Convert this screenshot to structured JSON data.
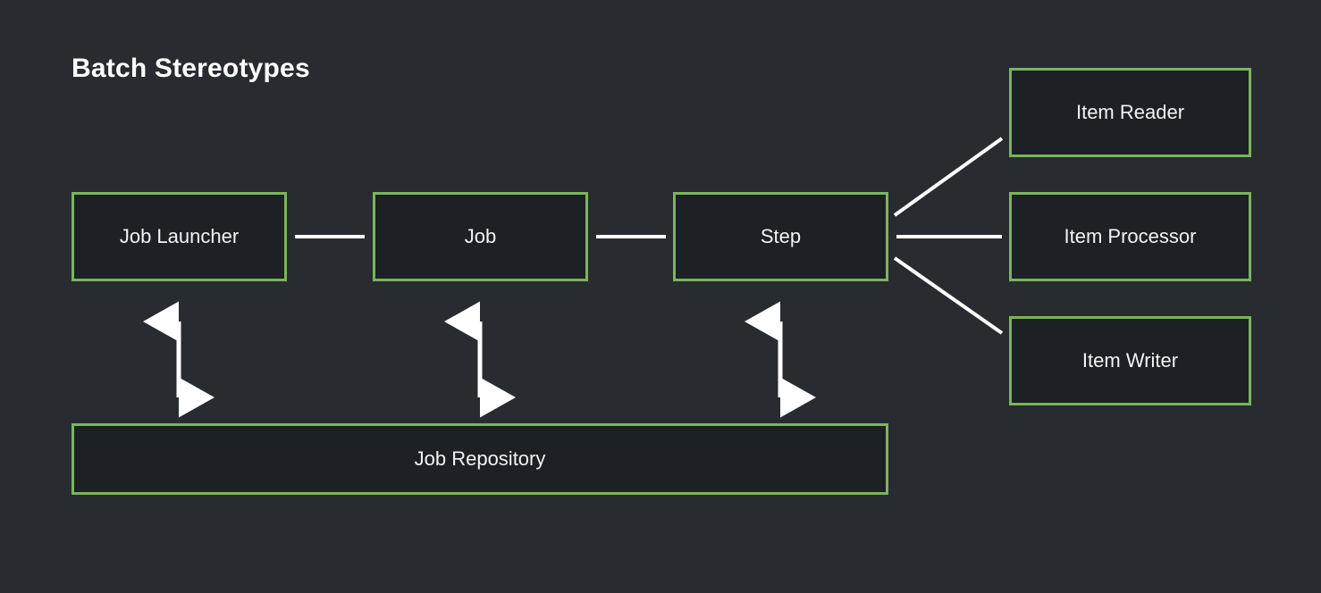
{
  "diagram": {
    "title": "Batch Stereotypes",
    "background_color": "#282c30",
    "node_fill_color": "#1d2025",
    "node_border_color": "#7ab55c",
    "text_color": "#f2f3f4",
    "edge_color": "#ffffff",
    "nodes": [
      {
        "id": "job-launcher",
        "label": "Job Launcher"
      },
      {
        "id": "job",
        "label": "Job"
      },
      {
        "id": "step",
        "label": "Step"
      },
      {
        "id": "item-reader",
        "label": "Item Reader"
      },
      {
        "id": "item-processor",
        "label": "Item Processor"
      },
      {
        "id": "item-writer",
        "label": "Item Writer"
      },
      {
        "id": "job-repository",
        "label": "Job Repository"
      }
    ],
    "edges": [
      {
        "from": "job-launcher",
        "to": "job",
        "style": "line"
      },
      {
        "from": "job",
        "to": "step",
        "style": "line"
      },
      {
        "from": "step",
        "to": "item-reader",
        "style": "line"
      },
      {
        "from": "step",
        "to": "item-processor",
        "style": "line"
      },
      {
        "from": "step",
        "to": "item-writer",
        "style": "line"
      },
      {
        "from": "job-launcher",
        "to": "job-repository",
        "style": "double-arrow"
      },
      {
        "from": "job",
        "to": "job-repository",
        "style": "double-arrow"
      },
      {
        "from": "step",
        "to": "job-repository",
        "style": "double-arrow"
      }
    ]
  }
}
